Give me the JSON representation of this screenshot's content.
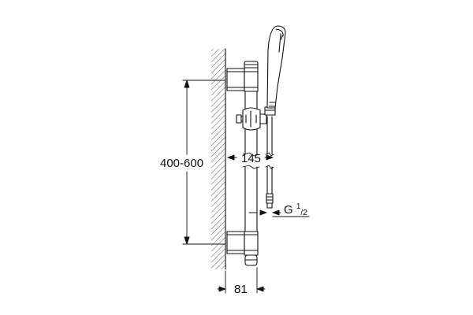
{
  "dimensions": {
    "height_range": "400-600",
    "bar_to_hose": "145",
    "wall_offset": "81",
    "thread": {
      "prefix": "G",
      "numerator": "1",
      "denominator": "2"
    }
  },
  "colors": {
    "line": "#111111",
    "background": "#ffffff"
  }
}
